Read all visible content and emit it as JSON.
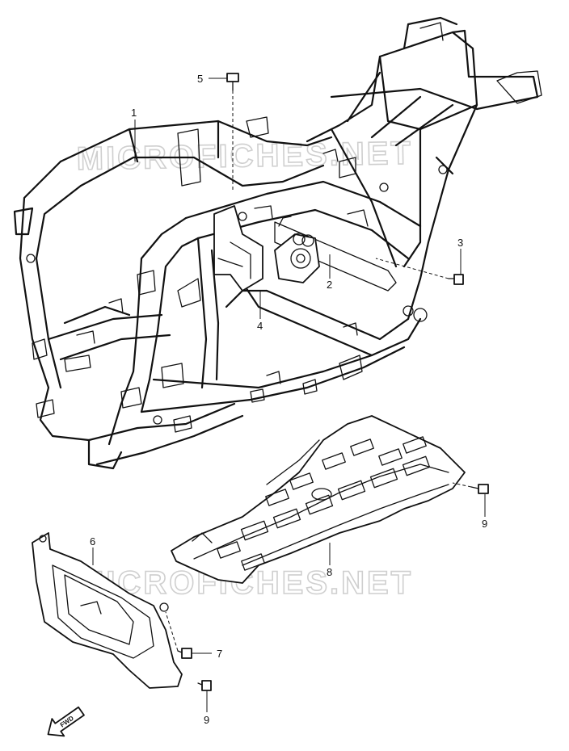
{
  "watermark": "MICROFICHES.NET",
  "callouts": [
    {
      "id": "frame",
      "num": "1"
    },
    {
      "id": "bracket-2",
      "num": "2"
    },
    {
      "id": "bolt-3",
      "num": "3"
    },
    {
      "id": "bracket-4",
      "num": "4"
    },
    {
      "id": "bolt-5",
      "num": "5"
    },
    {
      "id": "front-guard",
      "num": "6"
    },
    {
      "id": "bolt-7",
      "num": "7"
    },
    {
      "id": "skid-plate",
      "num": "8"
    },
    {
      "id": "bolt-9-rear",
      "num": "9"
    },
    {
      "id": "bolt-9-front",
      "num": "9"
    }
  ],
  "direction_arrow": {
    "text": "FWD"
  }
}
